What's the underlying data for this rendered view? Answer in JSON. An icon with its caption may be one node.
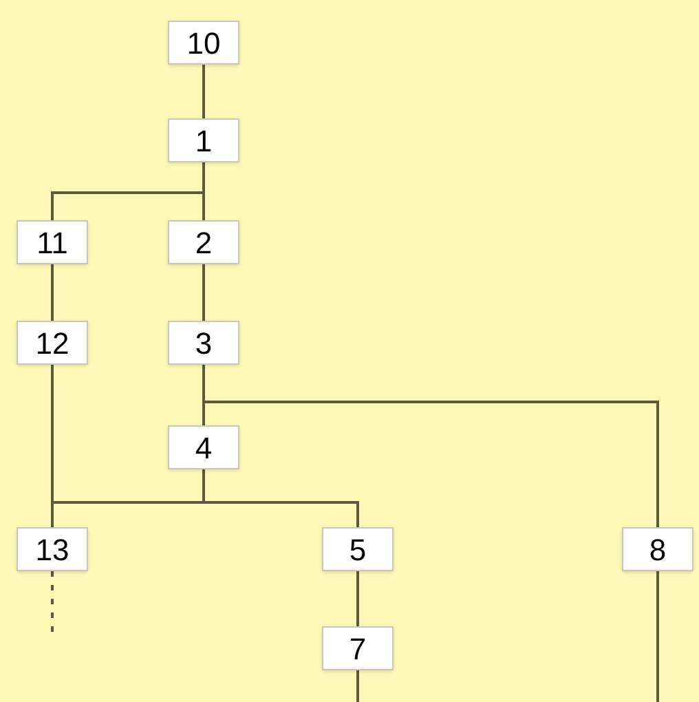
{
  "diagram": {
    "nodes": [
      {
        "text": [
          "10"
        ]
      },
      {
        "text": [
          "1"
        ]
      },
      {
        "text": [
          "11"
        ]
      },
      {
        "text": [
          "2"
        ]
      },
      {
        "text": [
          "12"
        ]
      },
      {
        "text": [
          "3"
        ]
      },
      {
        "text": [
          "4"
        ]
      },
      {
        "text": [
          "13"
        ]
      },
      {
        "text": [
          "5"
        ]
      },
      {
        "text": [
          "8"
        ]
      },
      {
        "text": [
          "7"
        ]
      }
    ],
    "edges": [
      {
        "from": 0,
        "to": 1,
        "arrow": "none"
      },
      {
        "from": 1,
        "to": 2,
        "arrow": "none"
      },
      {
        "from": 1,
        "to": 3,
        "arrow": "none"
      },
      {
        "from": 2,
        "to": 4,
        "arrow": "none"
      },
      {
        "from": 3,
        "to": 5,
        "arrow": "none"
      },
      {
        "from": 5,
        "to": 6,
        "arrow": "none"
      },
      {
        "from": 5,
        "to": 9,
        "arrow": "none"
      },
      {
        "from": 4,
        "to": 7,
        "arrow": "none"
      },
      {
        "from": 4,
        "to": 8,
        "arrow": "none"
      },
      {
        "from": 6,
        "to": 7,
        "arrow": "none"
      },
      {
        "from": 6,
        "to": 8,
        "arrow": "none"
      },
      {
        "from": 8,
        "to": 10,
        "arrow": "none"
      },
      {
        "from": 7,
        "to": null,
        "arrow": "none",
        "style": "dashed"
      },
      {
        "from": 10,
        "to": null,
        "arrow": "none"
      },
      {
        "from": 9,
        "to": null,
        "arrow": "none"
      }
    ]
  }
}
